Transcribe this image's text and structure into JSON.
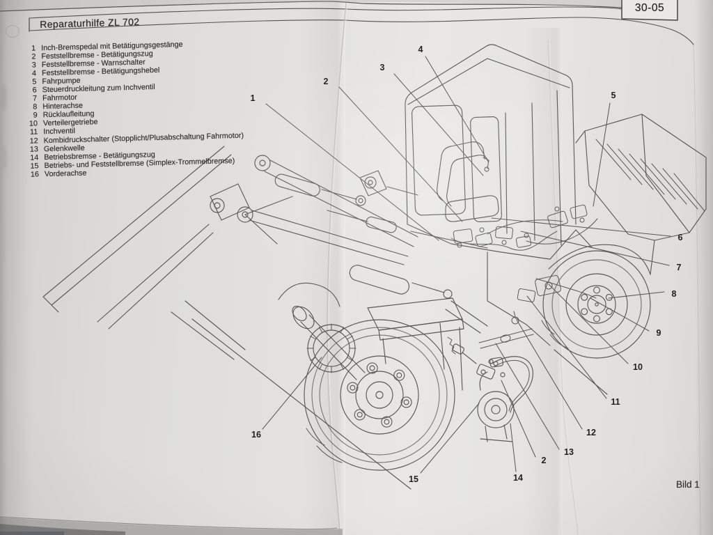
{
  "page": {
    "header_title": "Reparaturhilfe ZL 702",
    "page_number": "30-05",
    "figure_caption": "Bild 1"
  },
  "legend": {
    "items": [
      {
        "num": "1",
        "text": "Inch-Bremspedal mit Betätigungsgestänge"
      },
      {
        "num": "2",
        "text": "Feststellbremse - Betätigungszug"
      },
      {
        "num": "3",
        "text": "Feststellbremse - Warnschalter"
      },
      {
        "num": "4",
        "text": "Feststellbremse - Betätigungshebel"
      },
      {
        "num": "5",
        "text": "Fahrpumpe"
      },
      {
        "num": "6",
        "text": "Steuerdruckleitung zum Inchventil"
      },
      {
        "num": "7",
        "text": "Fahrmotor"
      },
      {
        "num": "8",
        "text": "Hinterachse"
      },
      {
        "num": "9",
        "text": "Rücklaufleitung"
      },
      {
        "num": "10",
        "text": "Verteilergetriebe"
      },
      {
        "num": "11",
        "text": "Inchventil"
      },
      {
        "num": "12",
        "text": "Kombidruckschalter (Stopplicht/Plusabschaltung Fahrmotor)"
      },
      {
        "num": "13",
        "text": "Gelenkwelle"
      },
      {
        "num": "14",
        "text": "Betriebsbremse - Betätigungszug"
      },
      {
        "num": "15",
        "text": "Betriebs- und Feststellbremse (Simplex-Trommelbremse)"
      },
      {
        "num": "16",
        "text": "Vorderachse"
      }
    ]
  },
  "diagram": {
    "subject": "ZL 702 wheel loader brake system overview drawing",
    "callouts": [
      {
        "label": "1"
      },
      {
        "label": "2"
      },
      {
        "label": "3"
      },
      {
        "label": "4"
      },
      {
        "label": "5"
      },
      {
        "label": "6"
      },
      {
        "label": "7"
      },
      {
        "label": "8"
      },
      {
        "label": "9"
      },
      {
        "label": "10"
      },
      {
        "label": "11"
      },
      {
        "label": "12"
      },
      {
        "label": "13"
      },
      {
        "label": "2"
      },
      {
        "label": "14"
      },
      {
        "label": "15"
      },
      {
        "label": "16"
      }
    ]
  },
  "colors": {
    "paper": "#e2e1df",
    "ink": "#2b2b29",
    "line": "#4a4a44"
  }
}
